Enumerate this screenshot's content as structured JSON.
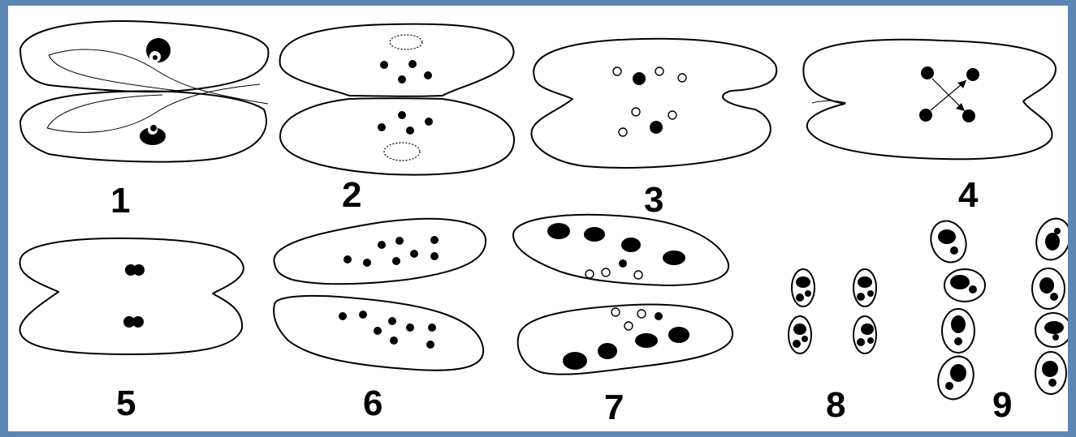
{
  "stages": [
    {
      "label": "1"
    },
    {
      "label": "2"
    },
    {
      "label": "3"
    },
    {
      "label": "4"
    },
    {
      "label": "5"
    },
    {
      "label": "6"
    },
    {
      "label": "7"
    },
    {
      "label": "8"
    },
    {
      "label": "9"
    }
  ],
  "colors": {
    "border": "#5c87b5",
    "background": "#ffffff",
    "ink": "#000000"
  }
}
